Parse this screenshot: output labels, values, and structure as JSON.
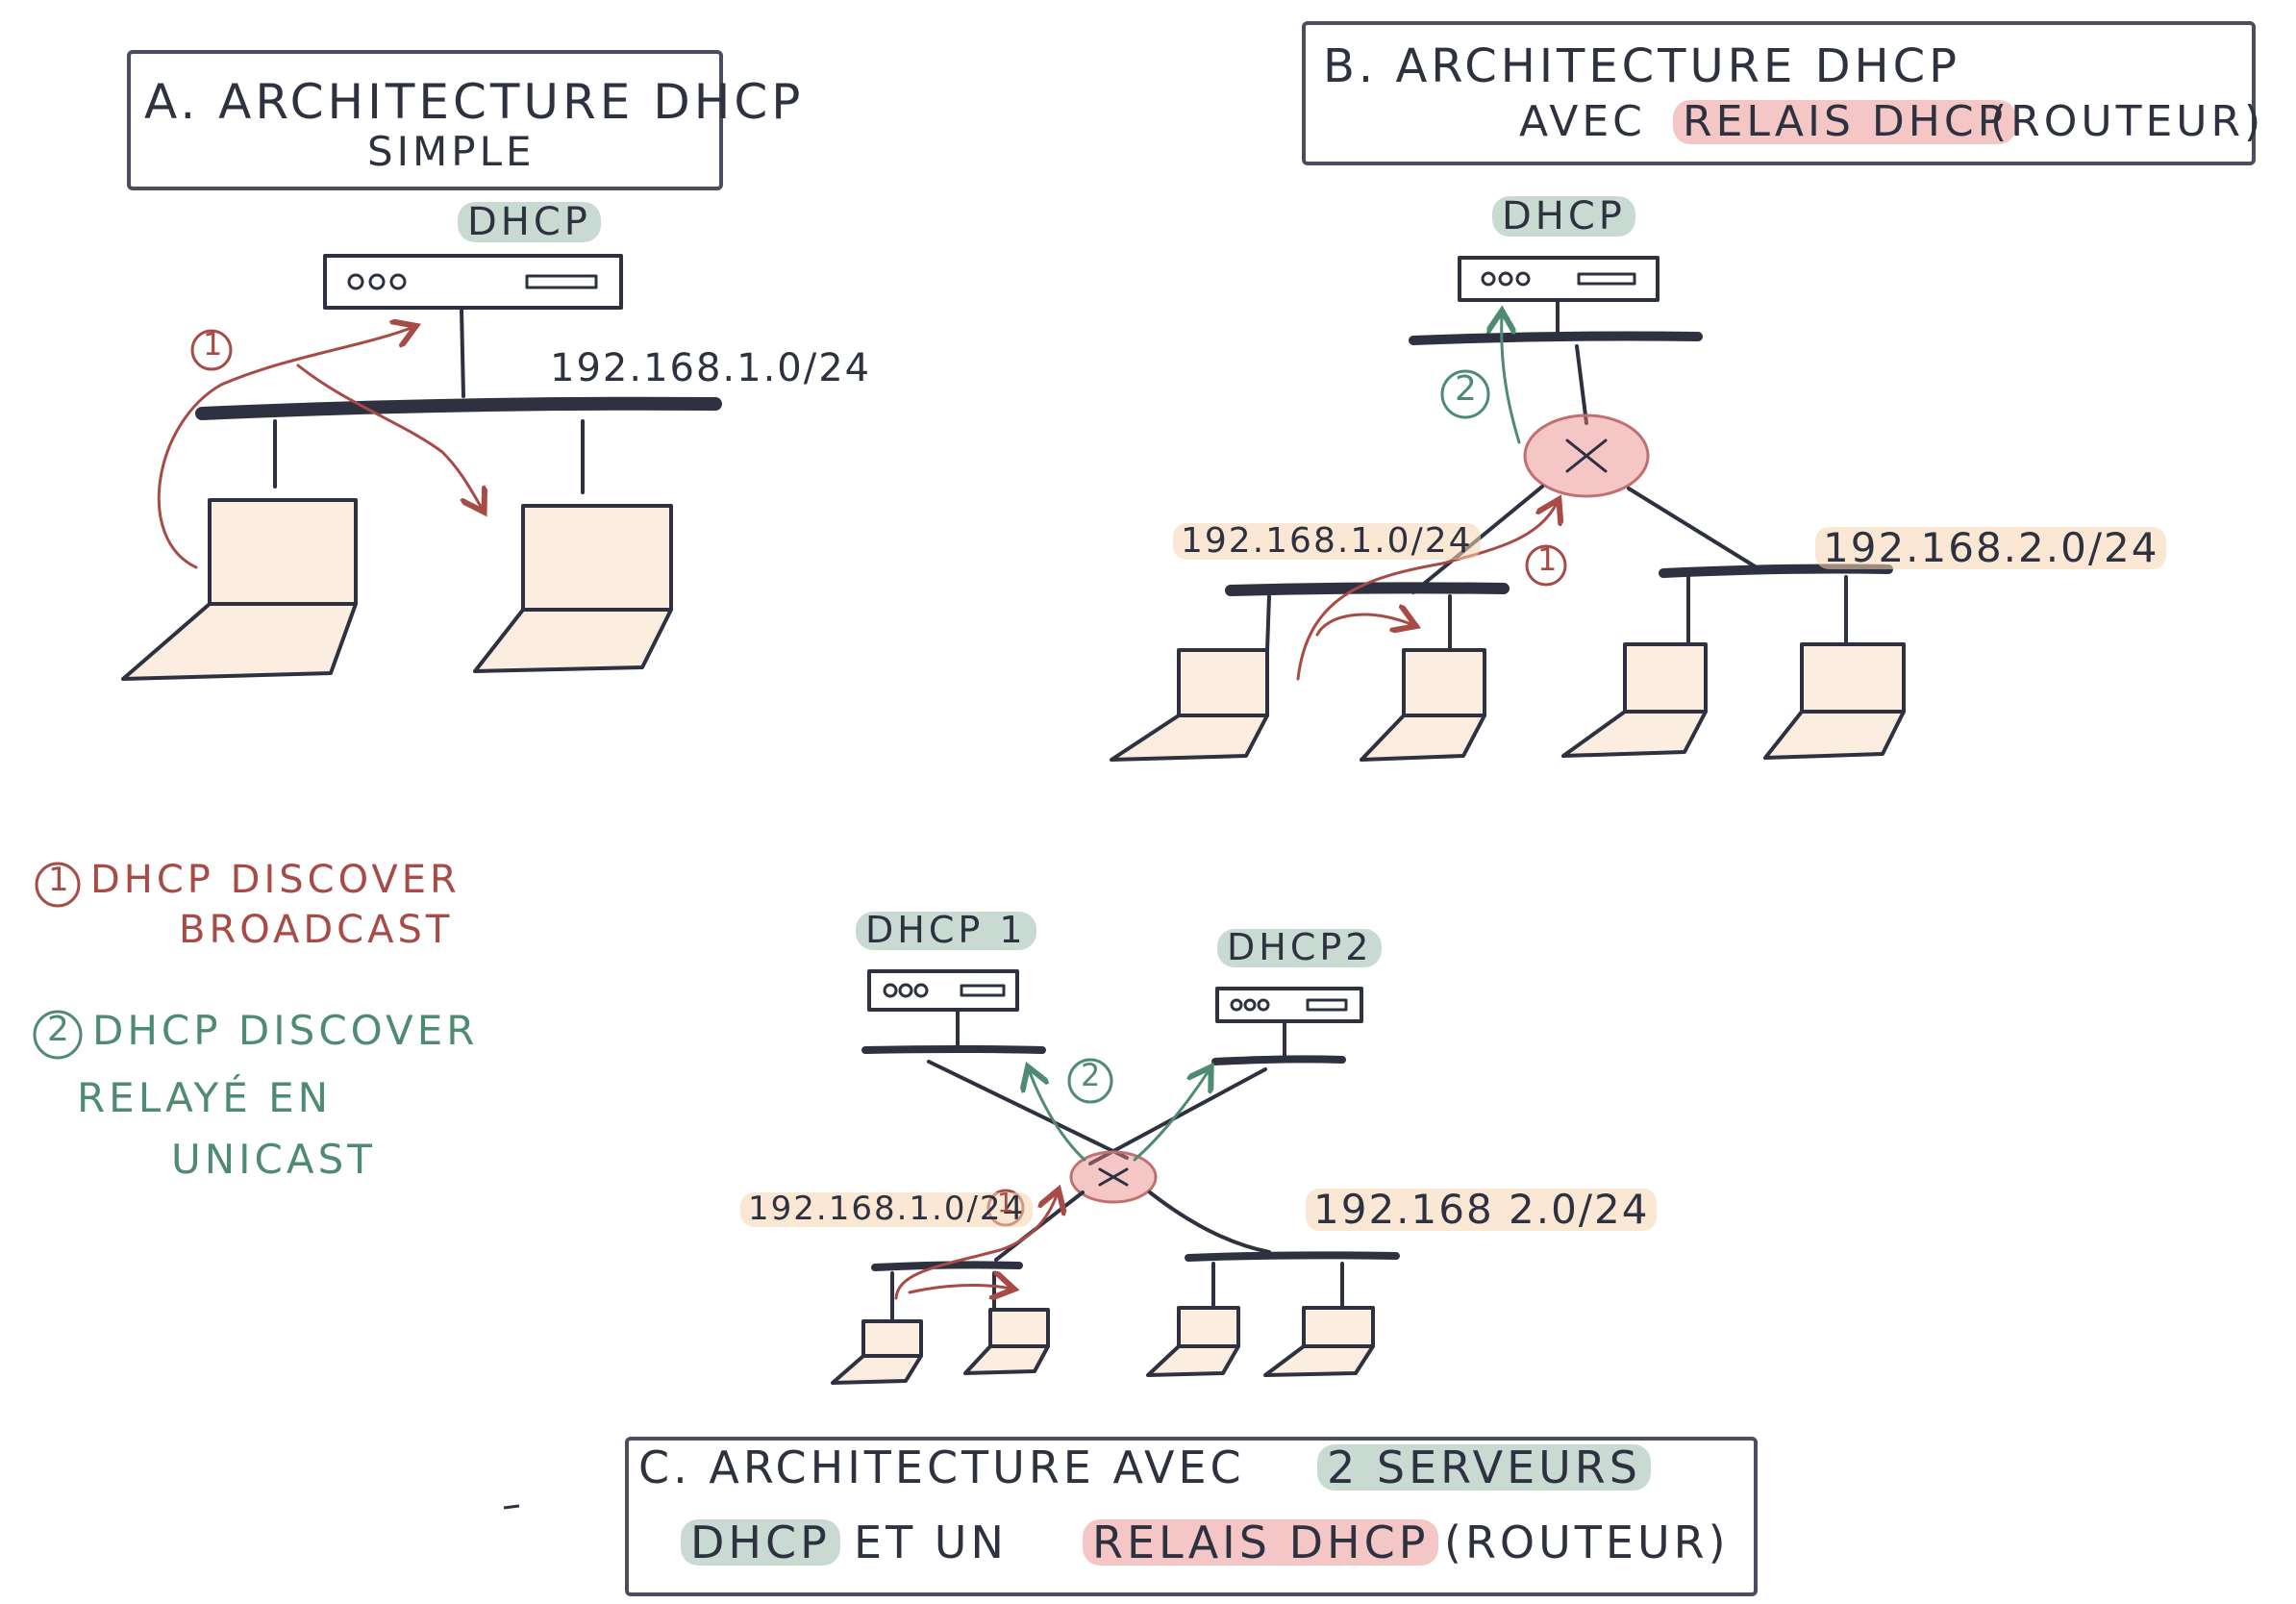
{
  "titles": {
    "a_line1": "A. ARCHITECTURE DHCP",
    "a_line2": "SIMPLE",
    "b_line1": "B. ARCHITECTURE DHCP",
    "b_avec": "AVEC",
    "b_relais": "RELAIS DHCP",
    "b_routeur": "(ROUTEUR)",
    "c_line1": "C. ARCHITECTURE AVEC",
    "c_serveurs": "2 SERVEURS",
    "c_dhcp": "DHCP",
    "c_et_un": "ET UN",
    "c_relais": "RELAIS DHCP",
    "c_routeur": "(ROUTEUR)"
  },
  "servers": {
    "a": "DHCP",
    "b": "DHCP",
    "c1": "DHCP 1",
    "c2": "DHCP2"
  },
  "subnets": {
    "a": "192.168.1.0/24",
    "b_left": "192.168.1.0/24",
    "b_right": "192.168.2.0/24",
    "c_left": "192.168.1.0/24",
    "c_right": "192.168 2.0/24"
  },
  "step_marks": {
    "one": "1",
    "two": "2"
  },
  "legend": {
    "item1_line1": "DHCP DISCOVER",
    "item1_line2": "BROADCAST",
    "item2_line1": "DHCP DISCOVER",
    "item2_line2": "RELAYÉ EN",
    "item2_line3": "UNICAST"
  },
  "colors": {
    "ink": "#2d3140",
    "broadcast_red": "#a84a45",
    "unicast_green": "#4f8a72",
    "server_highlight": "#7ea896",
    "relay_highlight": "#e68080",
    "subnet_highlight": "#f8d6b0"
  }
}
